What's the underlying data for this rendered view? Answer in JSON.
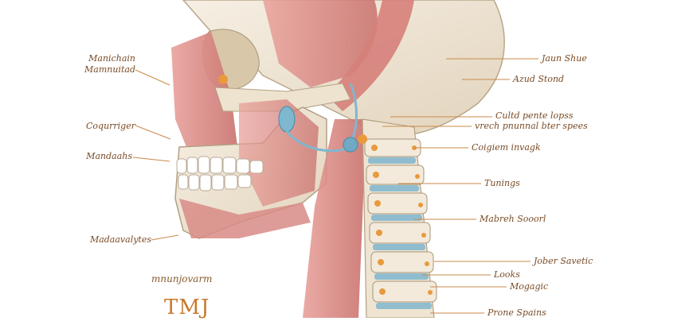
{
  "labels_left": [
    {
      "id": "l1",
      "text": "Manichain"
    },
    {
      "id": "l2",
      "text": "Mamnuitad"
    },
    {
      "id": "l3",
      "text": "Coqurriger"
    },
    {
      "id": "l4",
      "text": "Mandaahs"
    },
    {
      "id": "l5",
      "text": "Madaavalytes"
    }
  ],
  "labels_right": [
    {
      "id": "r1",
      "text": "Jaun Shue"
    },
    {
      "id": "r2",
      "text": "Azud Stond"
    },
    {
      "id": "r3",
      "text": "Cultd pente lopss"
    },
    {
      "id": "r4",
      "text": "vrech pnunnal bter spees"
    },
    {
      "id": "r5",
      "text": "Coigiem invagk"
    },
    {
      "id": "r6",
      "text": "Tunings"
    },
    {
      "id": "r7",
      "text": "Mabreh Sooorl"
    },
    {
      "id": "r8",
      "text": "Jober Savetic"
    },
    {
      "id": "r9",
      "text": "Looks"
    },
    {
      "id": "r10",
      "text": "Mogagic"
    },
    {
      "id": "r11",
      "text": "Prone Spains"
    }
  ],
  "subtitle": "mnunjovarm",
  "title": "TMJ",
  "colors": {
    "label": "#7a4a24",
    "leader": "#c98a4a",
    "bone": "#efe4d2",
    "muscle": "#d98a86",
    "nerve": "#7fb7cf",
    "joint": "#e89a3c",
    "title": "#c7792e"
  }
}
